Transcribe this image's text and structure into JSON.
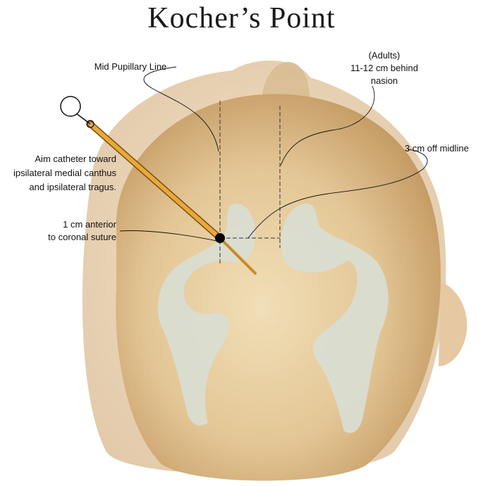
{
  "title": "Kocher’s Point",
  "labels": {
    "mid_pupillary": "Mid Pupillary Line",
    "adults_1": "(Adults)",
    "adults_2": "11-12 cm behind",
    "adults_3": "nasion",
    "midline": "3 cm off midline",
    "aim_1": "Aim catheter toward",
    "aim_2": "ipsilateral medial canthus",
    "aim_3": "and ipsilateral tragus.",
    "anterior_1": "1 cm anterior",
    "anterior_2": "to coronal suture"
  },
  "colors": {
    "skull_light": "#efdcb2",
    "skull_dark": "#c9a36e",
    "ventricle": "#d9ddd2",
    "catheter": "#e8a93a",
    "line": "#222222"
  }
}
